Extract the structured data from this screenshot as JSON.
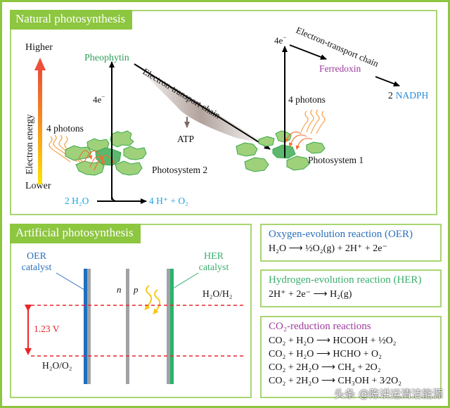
{
  "natural": {
    "title": "Natural photosynthesis",
    "energy_axis": {
      "high": "Higher",
      "low": "Lower",
      "label": "Electron energy"
    },
    "pheophytin": "Pheophytin",
    "electrons_ps2": "4e",
    "electrons_ps1": "4e",
    "electron_charge": "−",
    "photons_ps2": "4 photons",
    "photons_ps1": "4 photons",
    "etc_label_1": "Electron-transport chain",
    "etc_label_2": "Electron-transport chain",
    "atp": "ATP",
    "ps2": "Photosystem 2",
    "ps1": "Photosystem 1",
    "ferredoxin": "Ferredoxin",
    "nadph_coef": "2",
    "nadph": "NADPH",
    "water_in": "2 H₂O",
    "water_out": "4 H⁺ + O₂"
  },
  "artificial": {
    "title": "Artificial photosynthesis",
    "oer_catalyst_1": "OER",
    "oer_catalyst_2": "catalyst",
    "her_catalyst_1": "HER",
    "her_catalyst_2": "catalyst",
    "n_label": "n",
    "p_label": "p",
    "h2_couple": "H₂O/H₂",
    "o2_couple": "H₂O/O₂",
    "voltage": "1.23 V"
  },
  "reactions": {
    "oer": {
      "title": "Oxygen-evolution reaction (OER)",
      "equation": "H₂O ⟶ ½O₂(g) + 2H⁺ + 2e⁻"
    },
    "her": {
      "title": "Hydrogen-evolution reaction (HER)",
      "equation": "2H⁺ + 2e⁻ ⟶ H₂(g)"
    },
    "co2": {
      "title": "CO₂-reduction reactions",
      "equations": [
        "CO₂ + H₂O ⟶ HCOOH + ½O₂",
        "CO₂ + H₂O ⟶ HCHO + O₂",
        "CO₂ + 2H₂O ⟶ CH₄ + 2O₂",
        "CO₂ + 2H₂O ⟶ CH₃OH + 3⁄2O₂"
      ]
    }
  },
  "watermark": "头条 @陈讲运清洁能源",
  "colors": {
    "frame_green": "#8dc63f",
    "panel_border": "#a9d572",
    "pheophytin_green": "#2e9e58",
    "cyan_text": "#1ba5e0",
    "blue": "#2a6fbb",
    "ferredoxin_purple": "#9b3b9b",
    "her_green": "#3aae6e",
    "red": "#e8262a",
    "leaf": "#9fd17b",
    "leaf_center": "#5cb86f"
  }
}
